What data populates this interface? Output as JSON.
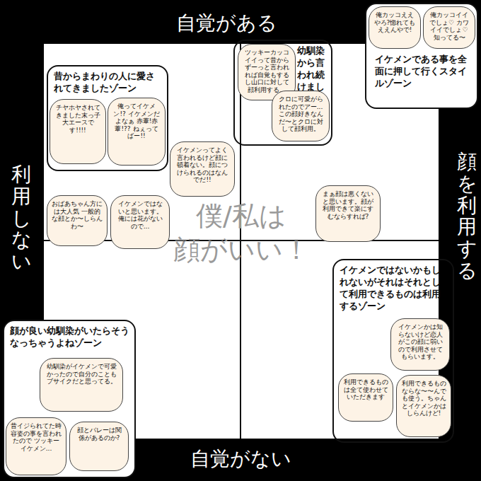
{
  "diagram": {
    "nodes": [
      {
        "text": [
          "昔からまわりの人に愛されてきましたゾーン"
        ]
      },
      {
        "text": [
          "チヤホヤされてきました末っ子大エースです!!!!"
        ],
        "in": 0
      },
      {
        "text": [
          "俺ってイケメン!? イケメンだよなぁ 赤葦!赤葦!?? ねぇってばー!!"
        ],
        "in": 0
      },
      {
        "text": [
          "幼馴染から言われ続けましたゾーン"
        ]
      },
      {
        "text": [
          "ツッキーカッコイイって昔からずーっと言われれば自覚もするし山口に対して顔利用する。"
        ],
        "in": 3
      },
      {
        "text": [
          "クロに可愛がられたのでアー...この顔好きなんだ〜とクロに対して顔利用。"
        ],
        "in": 3
      },
      {
        "text": [
          "イケメンである事を全面に押して行くスタイルゾーン"
        ]
      },
      {
        "text": [
          "俺カッコええやろ?惚れてもええんやで!"
        ],
        "in": 6
      },
      {
        "text": [
          "俺カッコイイでしょ♡ カワイイでしょ♡ 知ってる〜"
        ],
        "in": 6
      },
      {
        "text": [
          "イケメンってよく言われるけど顔に頓着ない。顔につけられるのはなんでだ!!"
        ]
      },
      {
        "text": [
          "おばあちゃん方には大人気 一般的な顔とか〜しらんわ〜"
        ]
      },
      {
        "text": [
          "イケメンではないと思います。俺には花がないので..."
        ]
      },
      {
        "text": [
          "まぁ顔は悪くないと思います。顔が利用できて楽にすむならすれば?"
        ]
      },
      {
        "text": [
          "イケメンではないかもしれないがそれはそれとして利用できるものは利用するゾーン"
        ]
      },
      {
        "text": [
          "イケメンかは知らないけど恋人がこの顔に弱いので利用させてもらいます。"
        ],
        "in": 13
      },
      {
        "text": [
          "利用できるものは全て使わせていただきます"
        ],
        "in": 13
      },
      {
        "text": [
          "利用できるものならな〜〜んでも使う。ちゃんとイケメンかはしらんけど!"
        ],
        "in": 13
      },
      {
        "text": [
          "顔が良い幼馴染がいたらそうなっちゃうよねゾーン"
        ]
      },
      {
        "text": [
          "幼馴染がイケメンで可愛かったので自分のこともブサイクだと思ってる。"
        ],
        "in": 17
      },
      {
        "text": [
          "昔イジられてた時容姿の事を言われたので ツッキーイケメン..."
        ],
        "in": 17
      },
      {
        "text": [
          "顔とバレーは関係があるのか?"
        ],
        "in": 17
      }
    ],
    "labels": [
      "自覚がある",
      "自覚がない",
      "利用しない",
      "顔を利用する",
      "僕/私は 顔がいい！"
    ]
  }
}
